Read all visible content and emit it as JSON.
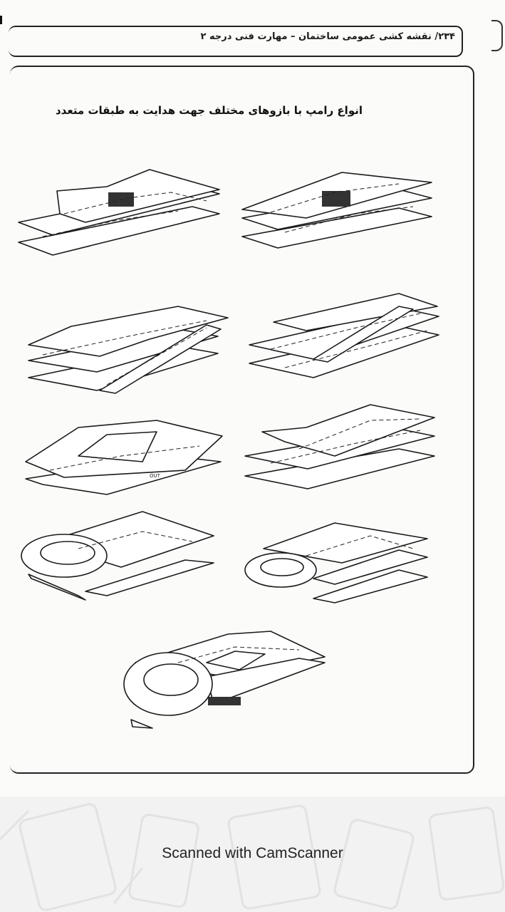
{
  "header": {
    "text": "۲۳۴/ نقشه کشی عمومی ساختمان – مهارت فنی درجه ۲"
  },
  "figure": {
    "title": "انواع رامپ با بازوهای مختلف جهت هدایت به طبقات متعدد",
    "labels": {
      "out": "OUT"
    }
  },
  "footer": {
    "label": "Scanned with CamScanner"
  }
}
